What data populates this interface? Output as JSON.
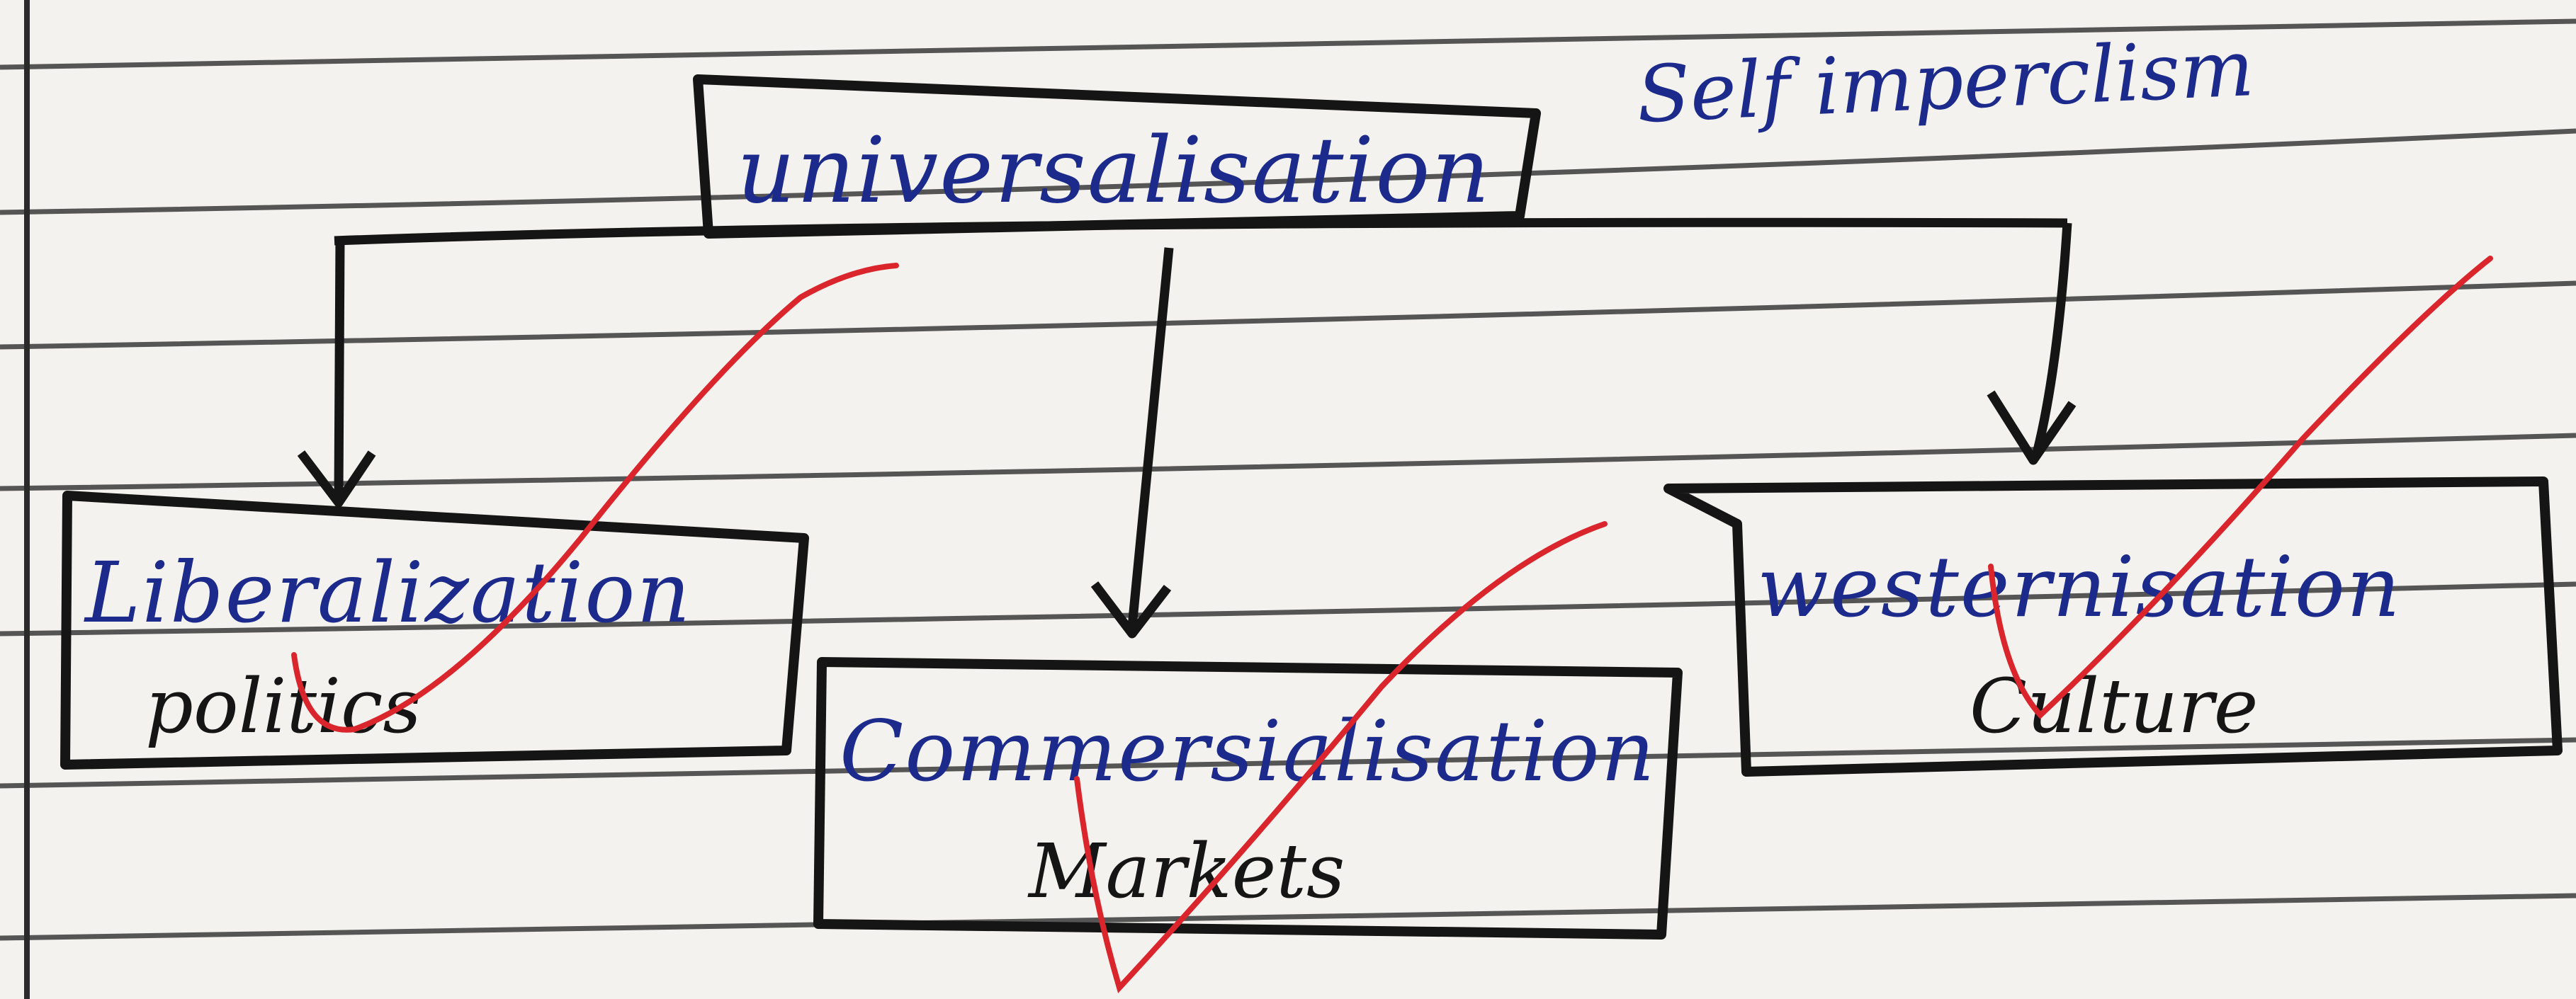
{
  "diagram": {
    "root": {
      "label": "universalisation"
    },
    "annotation": {
      "text": "Self imperclism"
    },
    "children": [
      {
        "id": "left",
        "title": "Liberalization",
        "subtitle": "politics"
      },
      {
        "id": "middle",
        "title": "Commersialisation",
        "subtitle": "Markets"
      },
      {
        "id": "right",
        "title": "westernisation",
        "subtitle": "Culture"
      }
    ]
  },
  "colors": {
    "paper": "#f4f2ee",
    "rule_line": "#3a3a3a",
    "ink_black": "#151515",
    "ink_blue": "#1c2a8c",
    "grading_red": "#d9252b"
  },
  "icons": {
    "grading_marks": "red-checkmark-icon"
  }
}
